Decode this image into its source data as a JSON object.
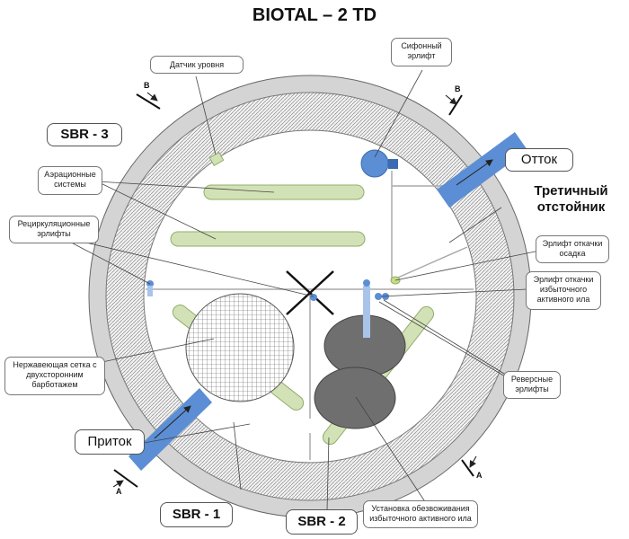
{
  "title": "BIOTAL – 2 TD",
  "zones": {
    "sbr3": "SBR - 3",
    "sbr1": "SBR - 1",
    "sbr2": "SBR - 2",
    "tertiary_line1": "Третичный",
    "tertiary_line2": "отстойник"
  },
  "flows": {
    "outflow": "Отток",
    "inflow": "Приток"
  },
  "callouts": {
    "level_sensor": "Датчик уровня",
    "siphon_airlift_1": "Сифонный",
    "siphon_airlift_2": "эрлифт",
    "aeration_1": "Аэрационные",
    "aeration_2": "системы",
    "recirc_1": "Рециркуляционные",
    "recirc_2": "эрлифты",
    "sediment_1": "Эрлифт откачки",
    "sediment_2": "осадка",
    "excess_1": "Эрлифт откачки",
    "excess_2": "избыточного",
    "excess_3": "активного ила",
    "mesh_1": "Нержавеющая сетка с",
    "mesh_2": "двухсторонним",
    "mesh_3": "барботажем",
    "reverse_1": "Реверсные",
    "reverse_2": "эрлифты",
    "dewater_1": "Установка обезвоживания",
    "dewater_2": "избыточного активного ила"
  },
  "section_marks": {
    "b_left": "B",
    "b_right": "B",
    "a_left": "A",
    "a_right": "A"
  },
  "colors": {
    "aeration": "#d3e2b6",
    "pipe": "#5b8ed4",
    "equipment": "#6f6f6f"
  }
}
